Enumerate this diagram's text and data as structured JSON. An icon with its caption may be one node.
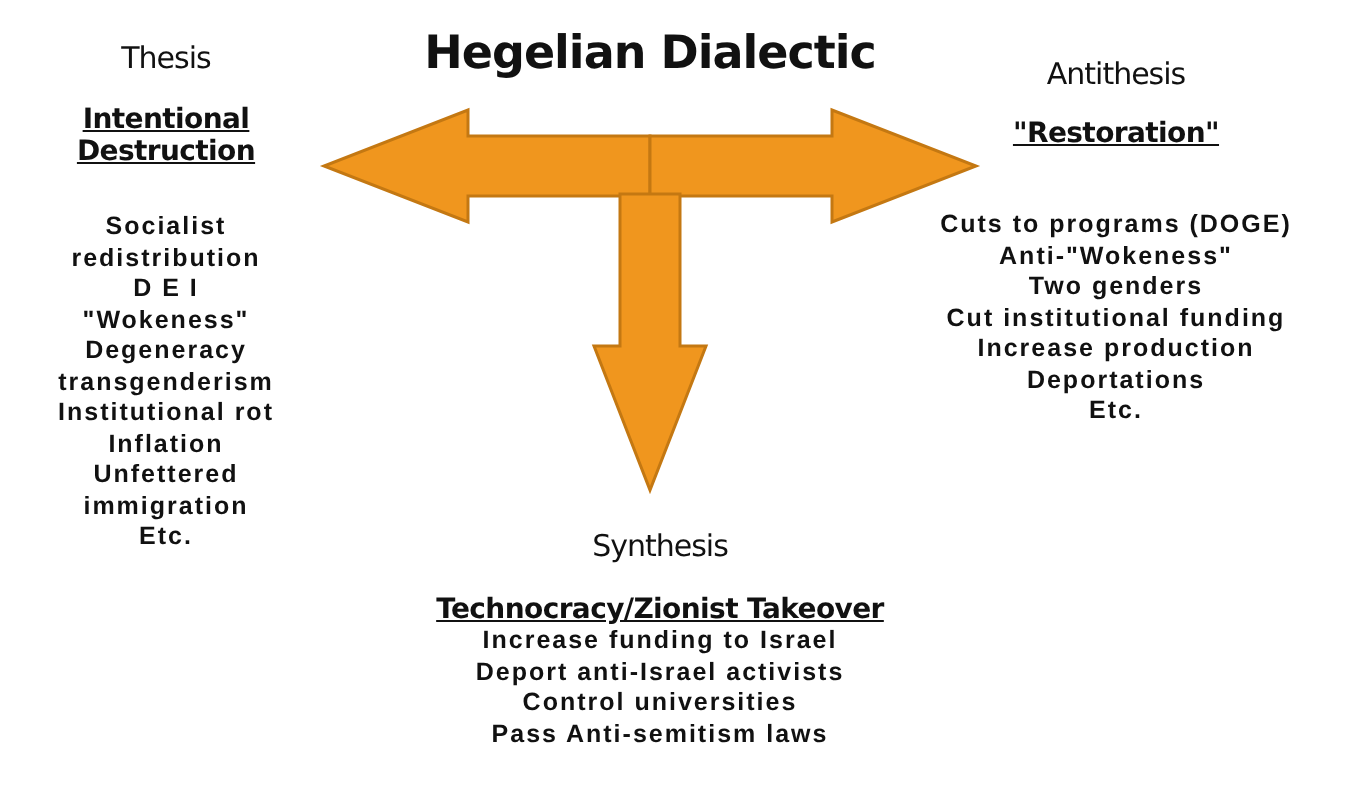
{
  "diagram": {
    "title": "Hegelian Dialectic",
    "nodes": [
      {
        "text": [
          "Thesis",
          "Intentional Destruction",
          "Socialist redistribution",
          "D E I",
          "\"Wokeness\"",
          "Degeneracy",
          "transgenderism",
          "Institutional rot",
          "Inflation",
          "Unfettered immigration",
          "Etc."
        ]
      },
      {
        "text": [
          "Antithesis",
          "\"Restoration\"",
          "Cuts to programs (DOGE)",
          "Anti-\"Wokeness\"",
          "Two genders",
          "Cut institutional funding",
          "Increase production",
          "Deportations",
          "Etc."
        ]
      },
      {
        "text": [
          "Synthesis",
          "Technocracy/Zionist Takeover",
          "Increase funding to Israel",
          "Deport anti-Israel activists",
          "Control universities",
          "Pass Anti-semitism laws"
        ]
      }
    ],
    "edges": [
      {
        "from": null,
        "to": 0,
        "arrow": "to"
      },
      {
        "from": null,
        "to": 1,
        "arrow": "to"
      },
      {
        "from": null,
        "to": 2,
        "arrow": "to"
      }
    ]
  }
}
